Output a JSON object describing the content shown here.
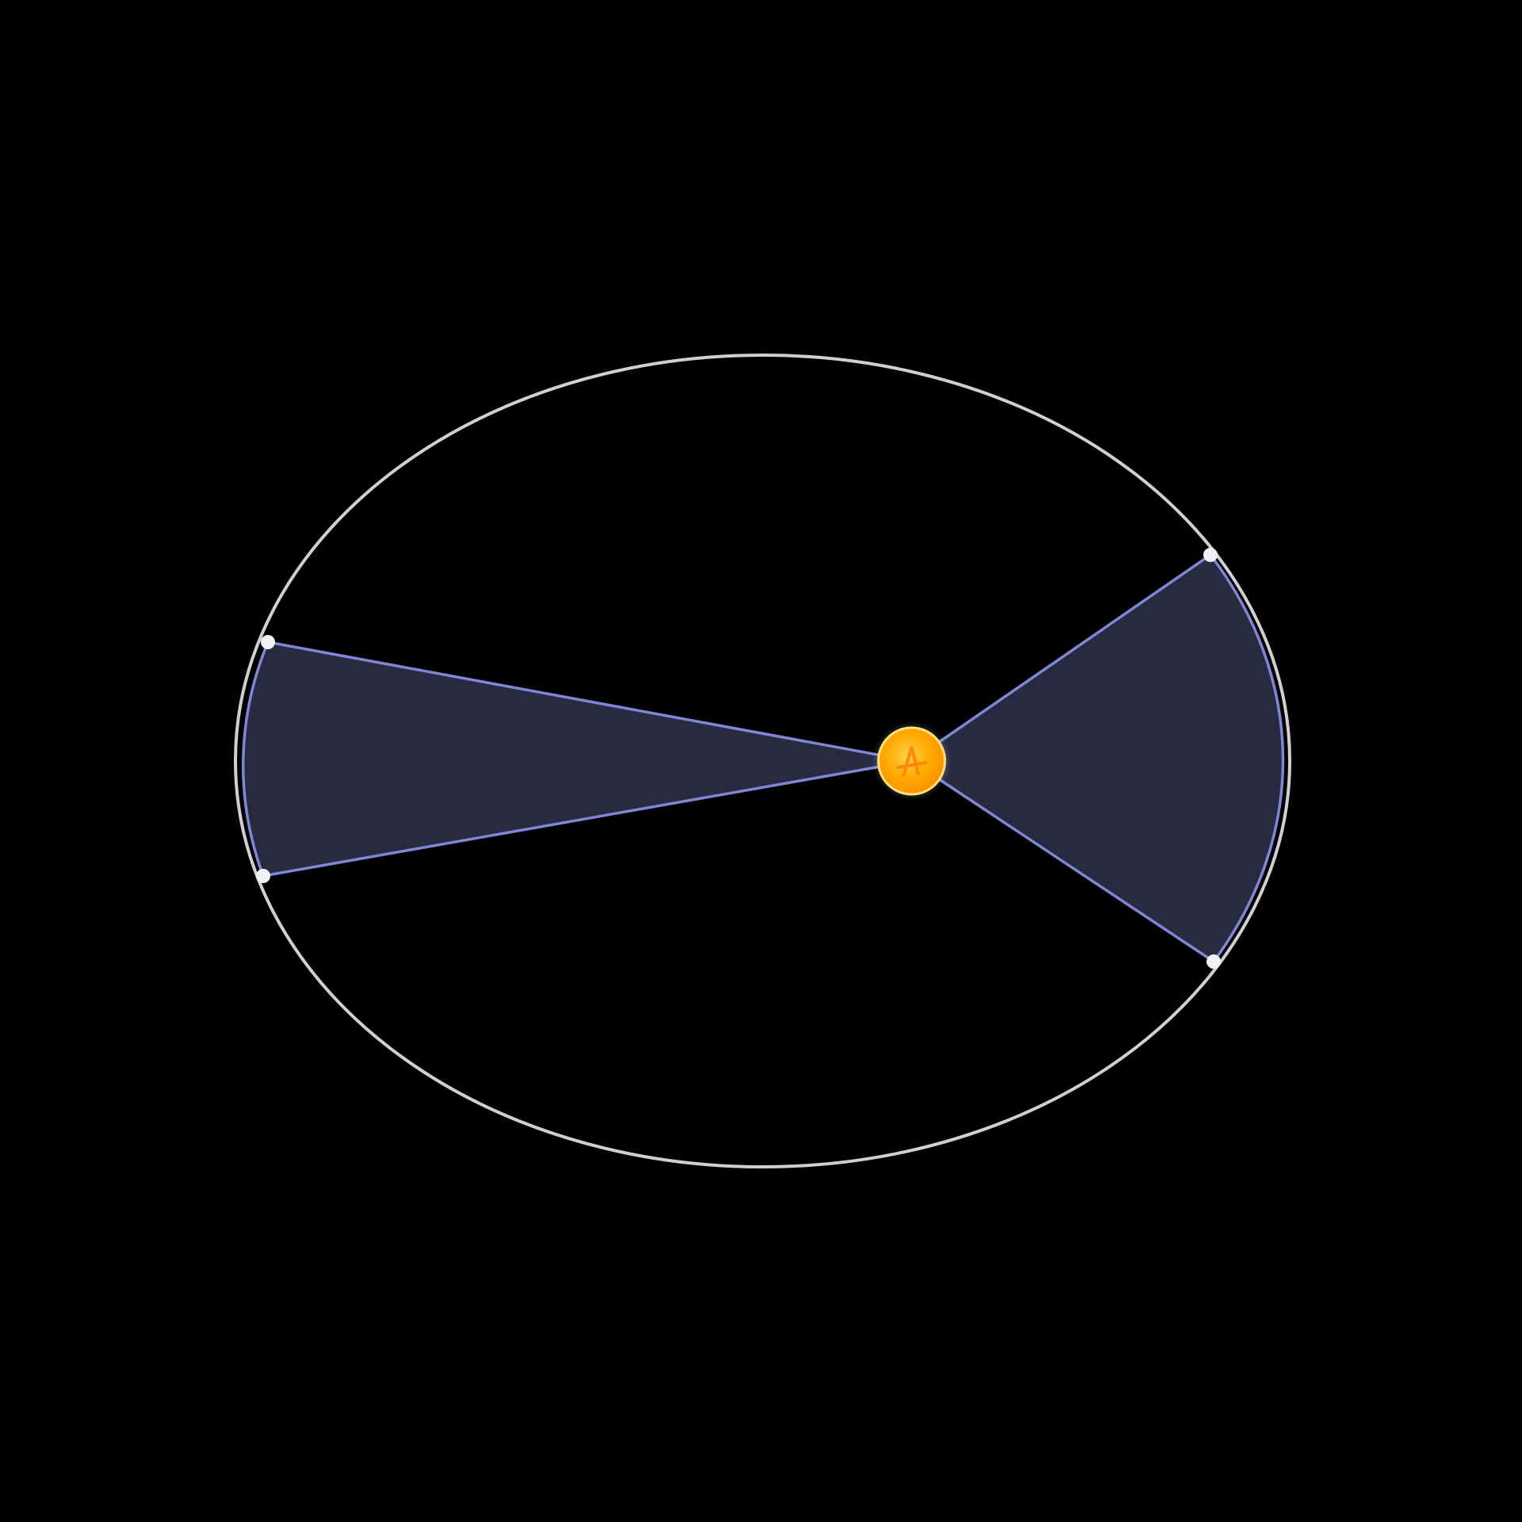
{
  "diagram": {
    "subject": "orbit-with-equal-area-sectors",
    "colors": {
      "background": "#000000",
      "orbit": "#cfcfd4",
      "sector_fill": "#282a40",
      "sector_edge": "#7f86d6",
      "sun_core": "#ffb300",
      "sun_rim": "#ff9800",
      "planet": "#f2f2f6"
    },
    "icons": {
      "sun": "sun-icon",
      "planet": "planet-dot-icon"
    },
    "sector_count": 2,
    "planet_position_count": 4
  }
}
